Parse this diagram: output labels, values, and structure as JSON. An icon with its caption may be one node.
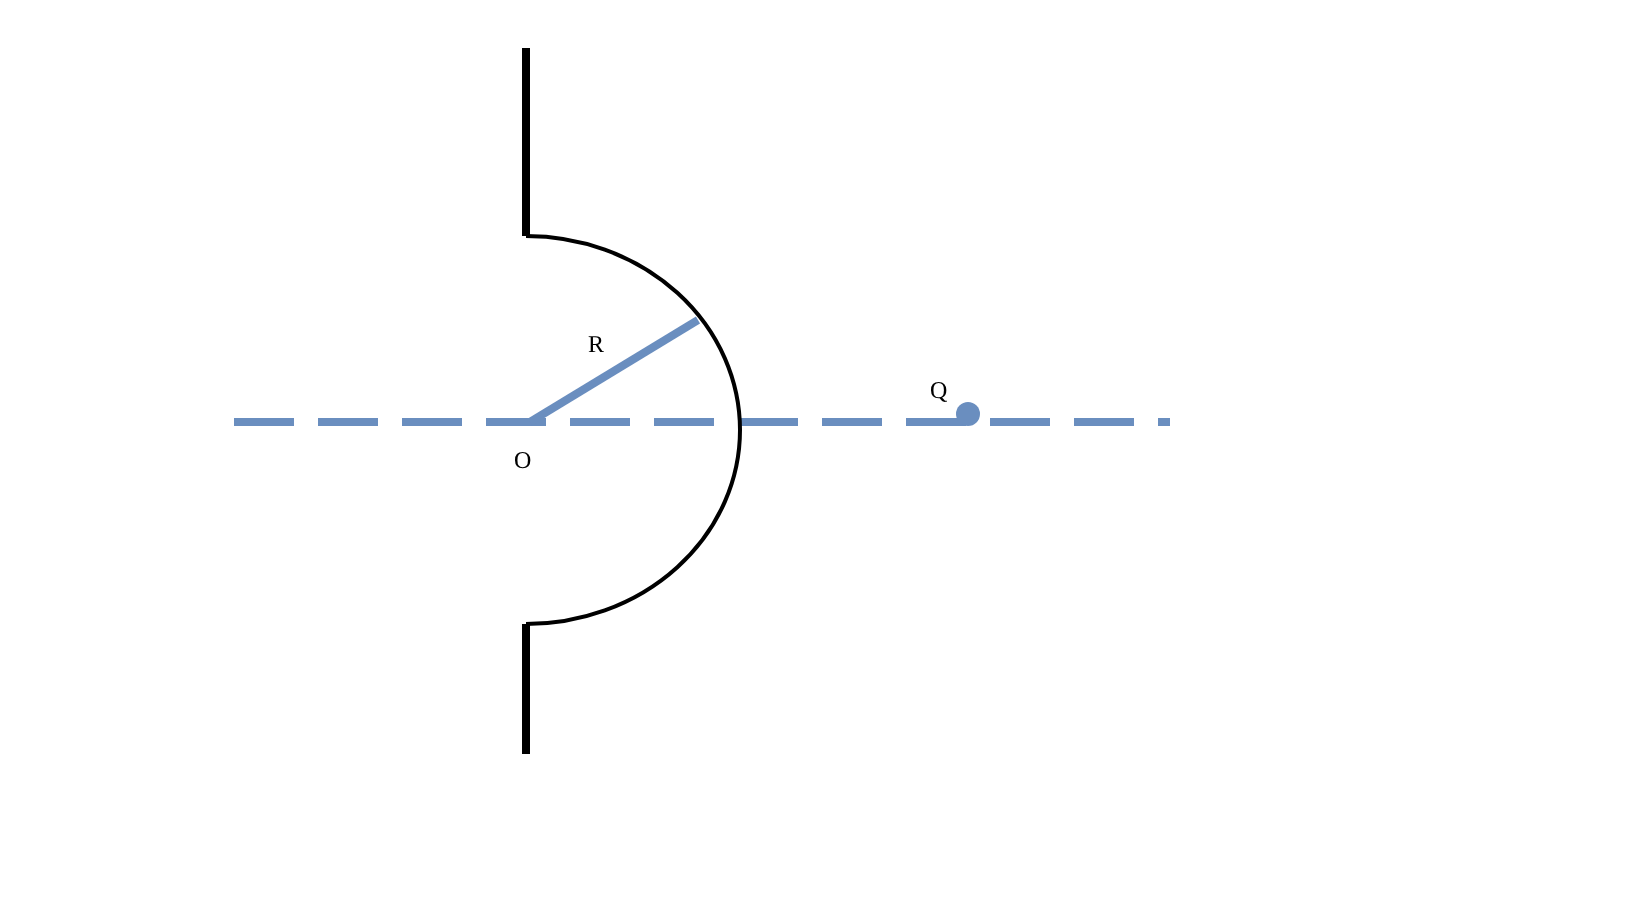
{
  "diagram": {
    "labels": [
      "R",
      "Q",
      "O"
    ]
  }
}
